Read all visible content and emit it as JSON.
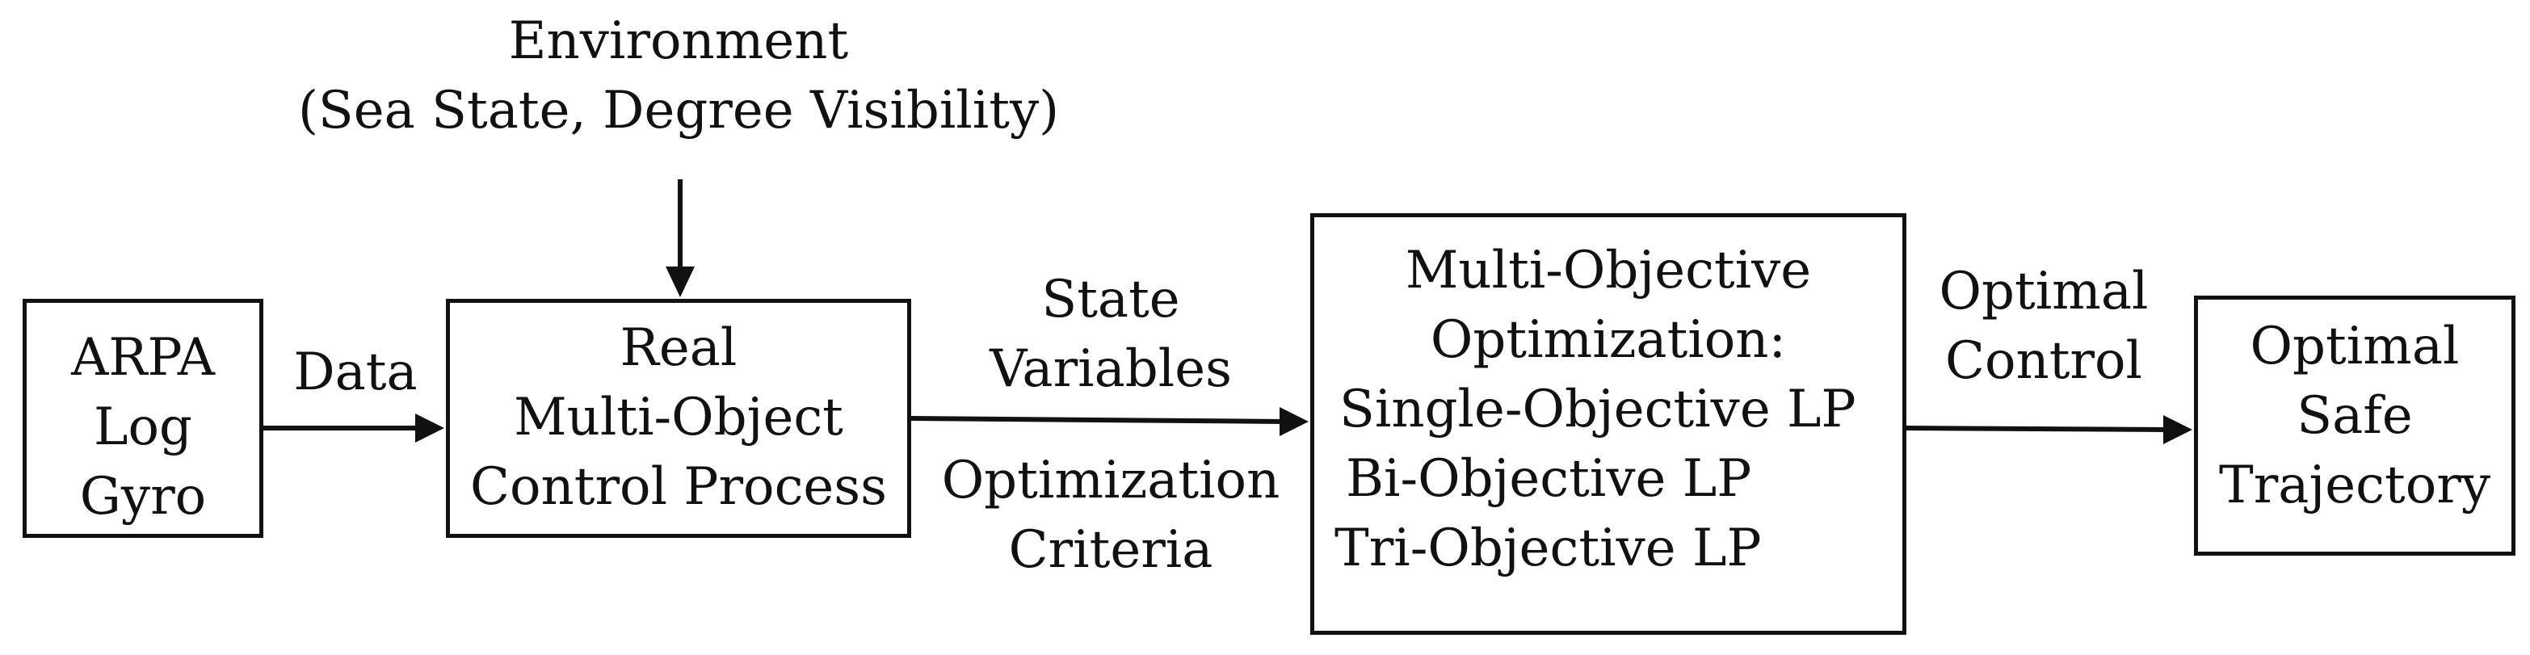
{
  "diagram": {
    "nodes": {
      "sensors": {
        "lines": [
          "ARPA",
          "Log",
          "Gyro"
        ]
      },
      "process": {
        "lines": [
          "Real",
          "Multi-Object",
          "Control Process"
        ]
      },
      "optimization": {
        "title_lines": [
          "Multi-Objective",
          "Optimization:"
        ],
        "methods": [
          "Single-Objective LP",
          "Bi-Objective LP",
          "Tri-Objective LP"
        ]
      },
      "output": {
        "lines": [
          "Optimal",
          "Safe",
          "Trajectory"
        ]
      }
    },
    "environment": {
      "lines": [
        "Environment",
        "(Sea State, Degree Visibility)"
      ]
    },
    "edges": {
      "sensors_to_process": "Data",
      "process_to_optimization_above": [
        "State",
        "Variables"
      ],
      "process_to_optimization_below": [
        "Optimization",
        "Criteria"
      ],
      "optimization_to_output": [
        "Optimal",
        "Control"
      ]
    },
    "colors": {
      "stroke": "#111111",
      "text": "#111111",
      "background": "#ffffff"
    }
  }
}
